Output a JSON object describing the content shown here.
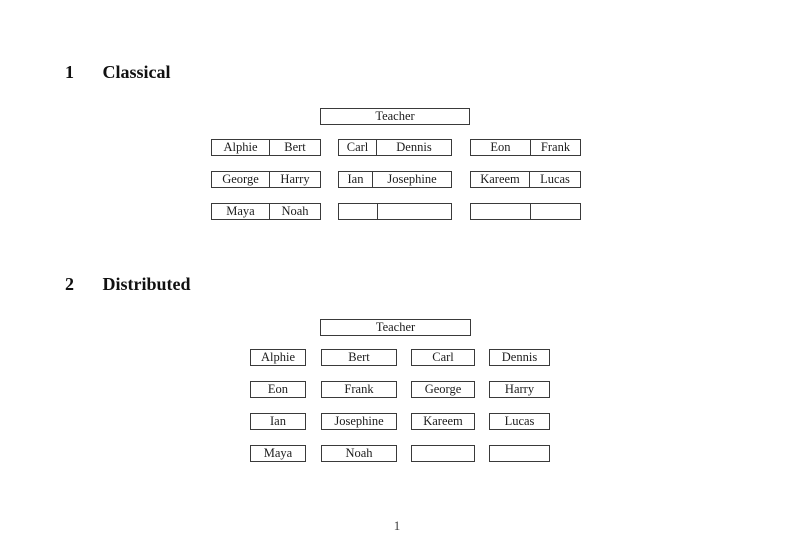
{
  "document": {
    "page_number": "1"
  },
  "colors": {
    "line": "#3a3a3a",
    "ink": "#1a1a1a"
  },
  "classical": {
    "section_number": "1",
    "section_title": "Classical",
    "teacher_label": "Teacher",
    "desks": [
      {
        "seat_left": "Alphie",
        "seat_right": "Bert"
      },
      {
        "seat_left": "Carl",
        "seat_right": "Dennis"
      },
      {
        "seat_left": "Eon",
        "seat_right": "Frank"
      },
      {
        "seat_left": "George",
        "seat_right": "Harry"
      },
      {
        "seat_left": "Ian",
        "seat_right": "Josephine"
      },
      {
        "seat_left": "Kareem",
        "seat_right": "Lucas"
      },
      {
        "seat_left": "Maya",
        "seat_right": "Noah"
      },
      {
        "seat_left": "",
        "seat_right": ""
      },
      {
        "seat_left": "",
        "seat_right": ""
      }
    ]
  },
  "distributed": {
    "section_number": "2",
    "section_title": "Distributed",
    "teacher_label": "Teacher",
    "desks": [
      {
        "seat": "Alphie"
      },
      {
        "seat": "Bert"
      },
      {
        "seat": "Carl"
      },
      {
        "seat": "Dennis"
      },
      {
        "seat": "Eon"
      },
      {
        "seat": "Frank"
      },
      {
        "seat": "George"
      },
      {
        "seat": "Harry"
      },
      {
        "seat": "Ian"
      },
      {
        "seat": "Josephine"
      },
      {
        "seat": "Kareem"
      },
      {
        "seat": "Lucas"
      },
      {
        "seat": "Maya"
      },
      {
        "seat": "Noah"
      },
      {
        "seat": ""
      },
      {
        "seat": ""
      }
    ]
  }
}
